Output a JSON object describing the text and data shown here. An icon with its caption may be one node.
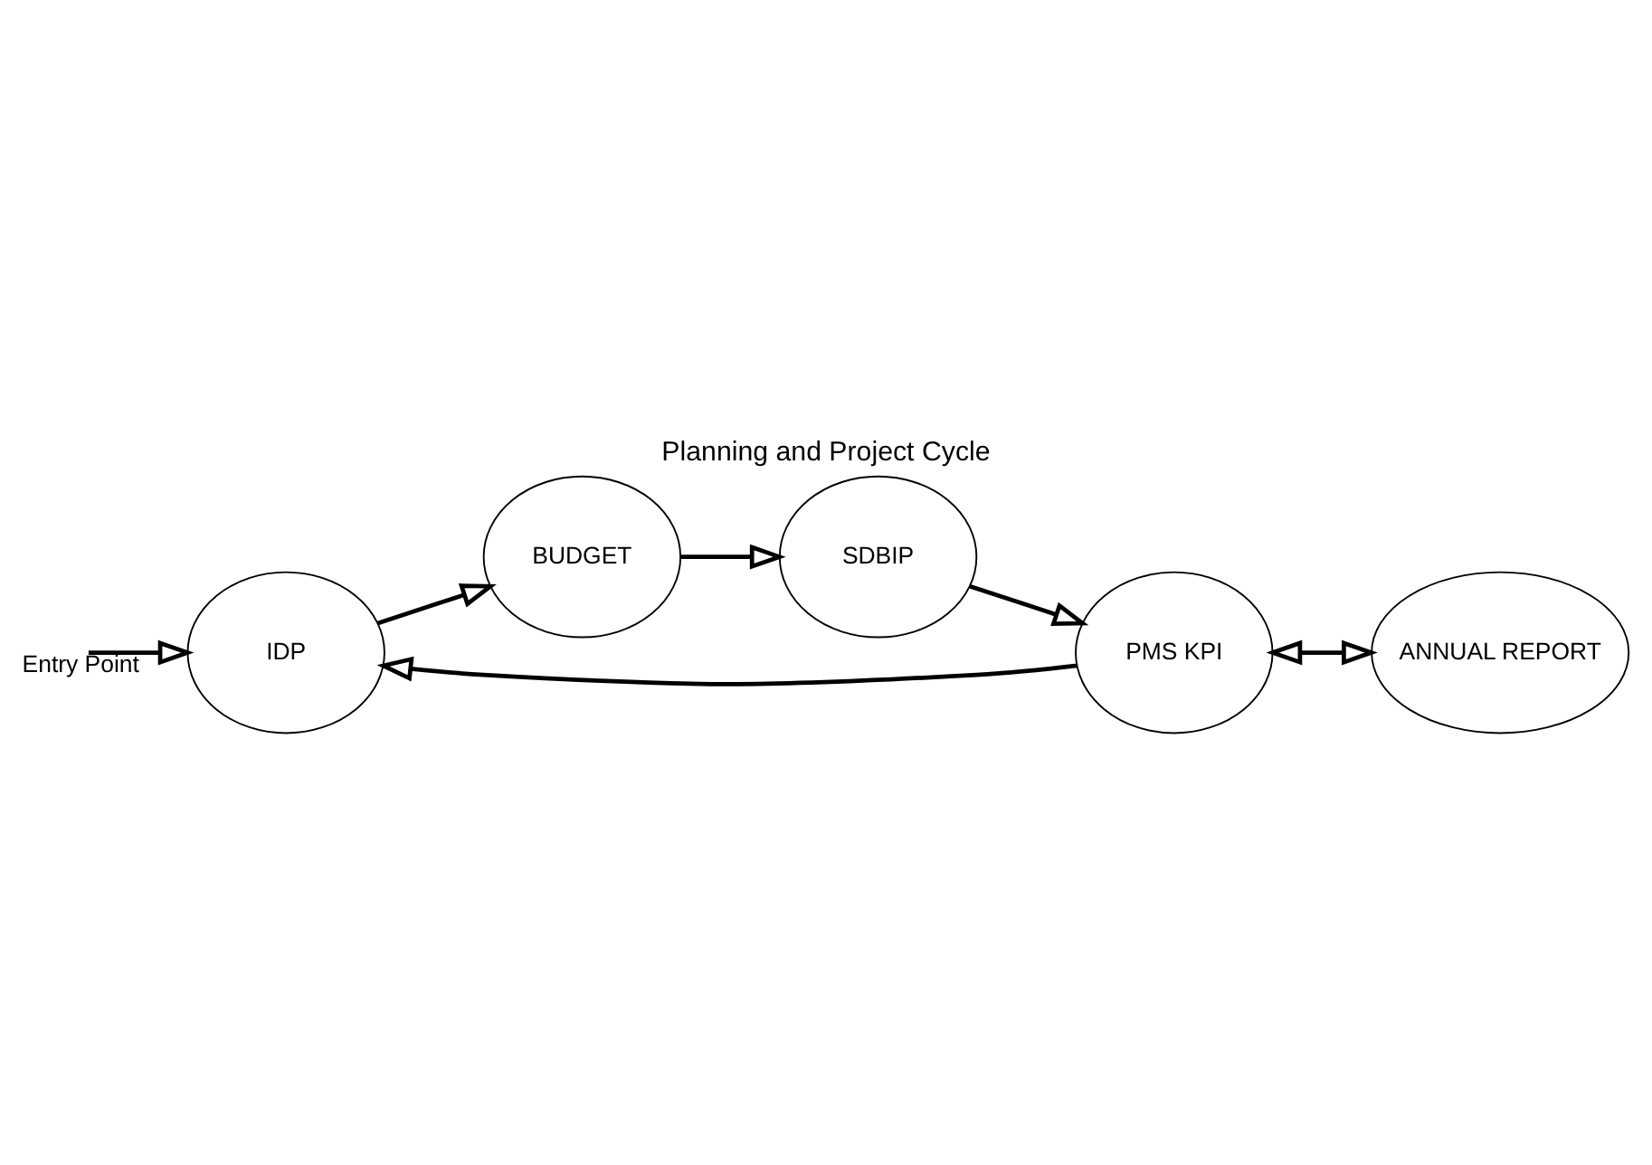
{
  "diagram": {
    "title": "Planning and Project Cycle",
    "nodes": [
      {
        "text": [
          "IDP"
        ]
      },
      {
        "text": [
          "BUDGET"
        ]
      },
      {
        "text": [
          "PMS KPI"
        ]
      },
      {
        "text": [
          "SDBIP"
        ]
      },
      {
        "text": [
          "ANNUAL REPORT"
        ]
      }
    ],
    "edges": [
      {
        "from": null,
        "to": 0,
        "arrow": "to",
        "label": "Entry Point"
      },
      {
        "from": 0,
        "to": 1,
        "arrow": "to"
      },
      {
        "from": 1,
        "to": 3,
        "arrow": "to"
      },
      {
        "from": 3,
        "to": 2,
        "arrow": "to"
      },
      {
        "from": 2,
        "to": 0,
        "arrow": "to"
      },
      {
        "from": 2,
        "to": 4,
        "arrow": "both"
      }
    ]
  }
}
